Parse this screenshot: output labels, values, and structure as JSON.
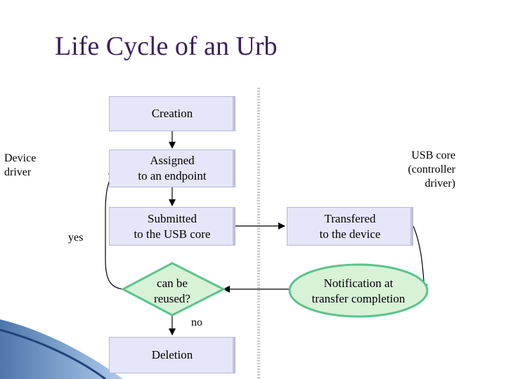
{
  "title": "Life Cycle of an Urb",
  "left_label": {
    "line1": "Device",
    "line2": "driver"
  },
  "right_label": {
    "line1": "USB core",
    "line2": "(controller",
    "line3": "driver)"
  },
  "nodes": {
    "creation": "Creation",
    "assigned": {
      "line1": "Assigned",
      "line2": "to an endpoint"
    },
    "submitted": {
      "line1": "Submitted",
      "line2": "to the USB core"
    },
    "reuse": {
      "line1": "can be",
      "line2": "reused?"
    },
    "deletion": "Deletion",
    "transfered": {
      "line1": "Transfered",
      "line2": "to the device"
    },
    "notification": {
      "line1": "Notification at",
      "line2": "transfer completion"
    }
  },
  "edge_labels": {
    "yes": "yes",
    "no": "no"
  },
  "colors": {
    "title": "#3b1f5c",
    "box_fill": "#e6e6fa",
    "decision_fill": "#d8f2d8",
    "decision_stroke": "#5cc48c",
    "divider": "#c8c8c8",
    "accent_blue": "#4a78b4"
  }
}
